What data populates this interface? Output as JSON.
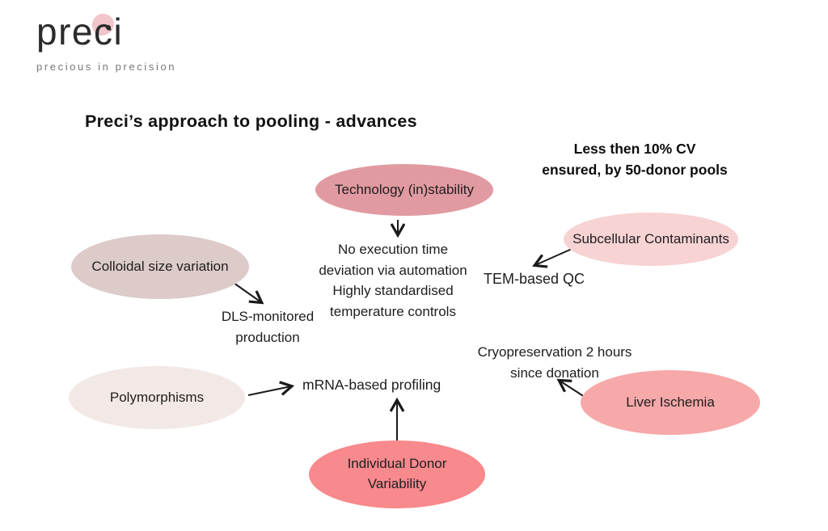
{
  "logo": {
    "name": "preci",
    "tagline": "precious in precision",
    "blob_color": "#f1c5ca"
  },
  "title": "Preci’s approach to pooling - advances",
  "annotation": {
    "line1": "Less then 10% CV",
    "line2": "ensured, by 50-donor pools"
  },
  "bubbles": {
    "technology": {
      "label": "Technology (in)stability",
      "color": "#e19aa1"
    },
    "subcellular": {
      "label": "Subcellular Contaminants",
      "color": "#f7d3d4"
    },
    "colloidal": {
      "label": "Colloidal size variation",
      "color": "#dccbc9"
    },
    "polymorphisms": {
      "label": "Polymorphisms",
      "color": "#f2e9e6"
    },
    "donor": {
      "label": "Individual Donor Variability",
      "color": "#f8898c"
    },
    "liver": {
      "label": "Liver Ischemia",
      "color": "#f7a8a9"
    }
  },
  "notes": {
    "execution": {
      "line1": "No execution time",
      "line2": "deviation via automation",
      "line3": "Highly standardised",
      "line4": "temperature controls"
    },
    "tem": "TEM-based QC",
    "dls": {
      "line1": "DLS-monitored",
      "line2": "production"
    },
    "mrna": "mRNA-based profiling",
    "cryo": {
      "line1": "Cryopreservation 2 hours",
      "line2": "since donation"
    }
  },
  "arrow_color": "#1a1a1a"
}
